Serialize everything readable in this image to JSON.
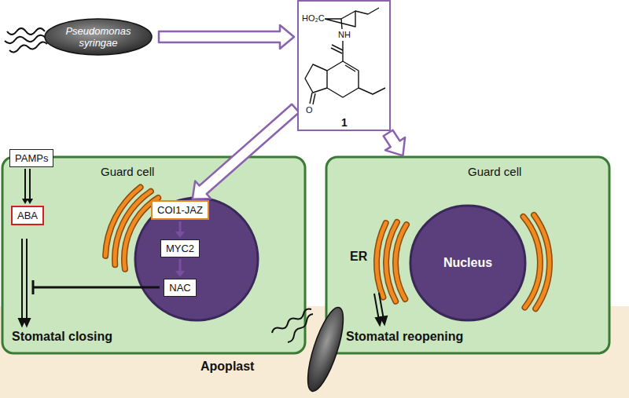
{
  "diagram": {
    "nodes": [
      {
        "text": [
          "Pseudomonas syringae"
        ]
      },
      {
        "text": [
          "HO₂C",
          "NH",
          "O",
          "1"
        ]
      },
      {
        "text": [
          "Guard cell",
          "Stomatal closing"
        ]
      },
      {
        "text": [
          "PAMPs"
        ],
        "in": 2
      },
      {
        "text": [
          "ABA"
        ],
        "in": 2
      },
      {
        "text": [
          "COI1-JAZ"
        ],
        "in": 2
      },
      {
        "text": [
          "MYC2"
        ],
        "in": 2
      },
      {
        "text": [
          "NAC"
        ],
        "in": 2
      },
      {
        "text": [
          "Guard cell",
          "ER",
          "Stomatal reopening"
        ]
      },
      {
        "text": [
          "Nucleus"
        ],
        "in": 8
      }
    ],
    "edges": [
      {
        "from": 0,
        "to": 1,
        "arrow": "to"
      },
      {
        "from": 1,
        "to": 5,
        "arrow": "to"
      },
      {
        "from": 1,
        "to": 8,
        "arrow": "to"
      },
      {
        "from": 3,
        "to": 4,
        "arrow": "to"
      },
      {
        "from": 5,
        "to": 6,
        "arrow": "to"
      },
      {
        "from": 6,
        "to": 7,
        "arrow": "to"
      }
    ],
    "labels": [
      "Apoplast"
    ]
  }
}
